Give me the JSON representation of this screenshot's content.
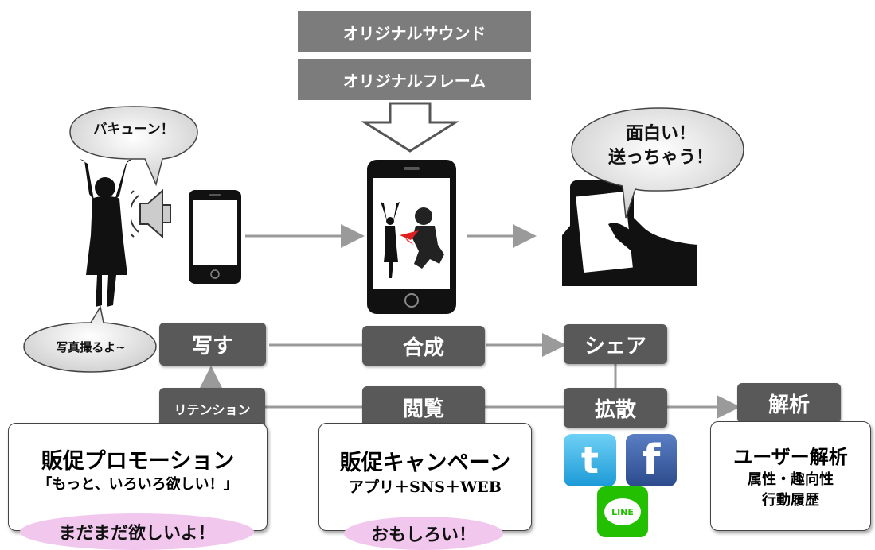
{
  "top_boxes": {
    "sound": "オリジナルサウンド",
    "frame": "オリジナルフレーム"
  },
  "bubbles": {
    "bang": "バキューン！",
    "photo": "写真撮るよ~",
    "share_line1": "面白い！",
    "share_line2": "送っちゃう！"
  },
  "steps": {
    "capture": "写す",
    "compose": "合成",
    "share": "シェア",
    "retention": "リテンション",
    "view": "閲覧",
    "spread": "拡散",
    "analyze": "解析"
  },
  "panels": {
    "promotion": {
      "title": "販促プロモーション",
      "subtitle": "「もっと、いろいろ欲しい！」",
      "pill": "まだまだ欲しいよ！"
    },
    "campaign": {
      "title": "販促キャンペーン",
      "subtitle": "アプリ＋SNS＋WEB",
      "pill": "おもしろい！"
    },
    "analysis": {
      "title": "ユーザー解析",
      "line1": "属性・趣向性",
      "line2": "行動履歴"
    }
  },
  "sns_icons": {
    "twitter": "t",
    "facebook": "f",
    "line": "LINE"
  },
  "colors": {
    "step_bg": "#595959",
    "top_box_bg": "#7c7c7c",
    "pill": "#f2c7ee",
    "twitter": "#3fb2e6",
    "facebook": "#3b5b9c",
    "line": "#22c000"
  }
}
